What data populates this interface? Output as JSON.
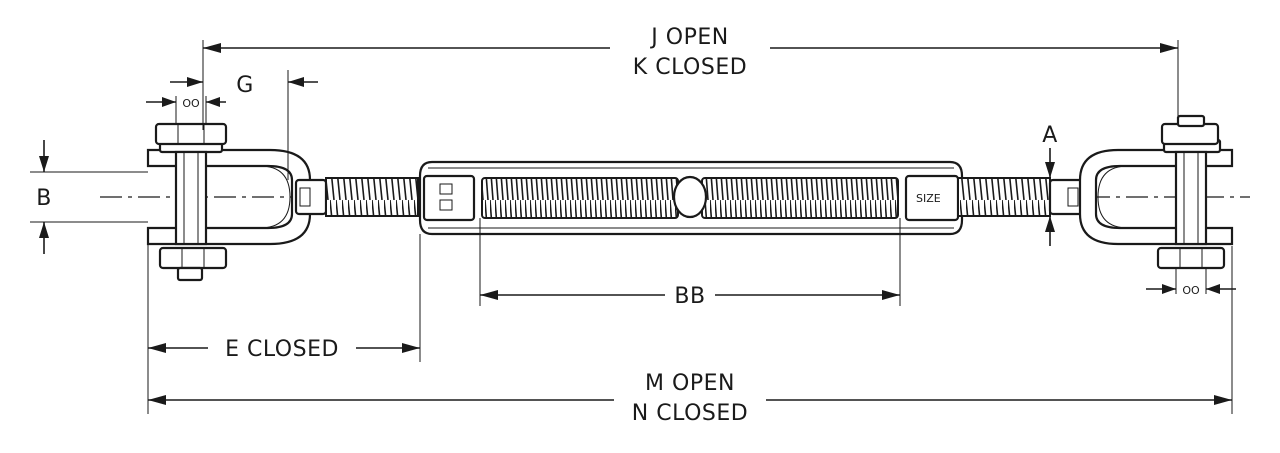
{
  "diagram": {
    "labels": {
      "j_open": "J OPEN",
      "k_closed": "K CLOSED",
      "g": "G",
      "a": "A",
      "b": "B",
      "bb": "BB",
      "e_closed": "E CLOSED",
      "m_open": "M OPEN",
      "n_closed": "N CLOSED",
      "oo_left": "OO",
      "oo_right": "OO",
      "size_stamp": "SIZE"
    }
  }
}
